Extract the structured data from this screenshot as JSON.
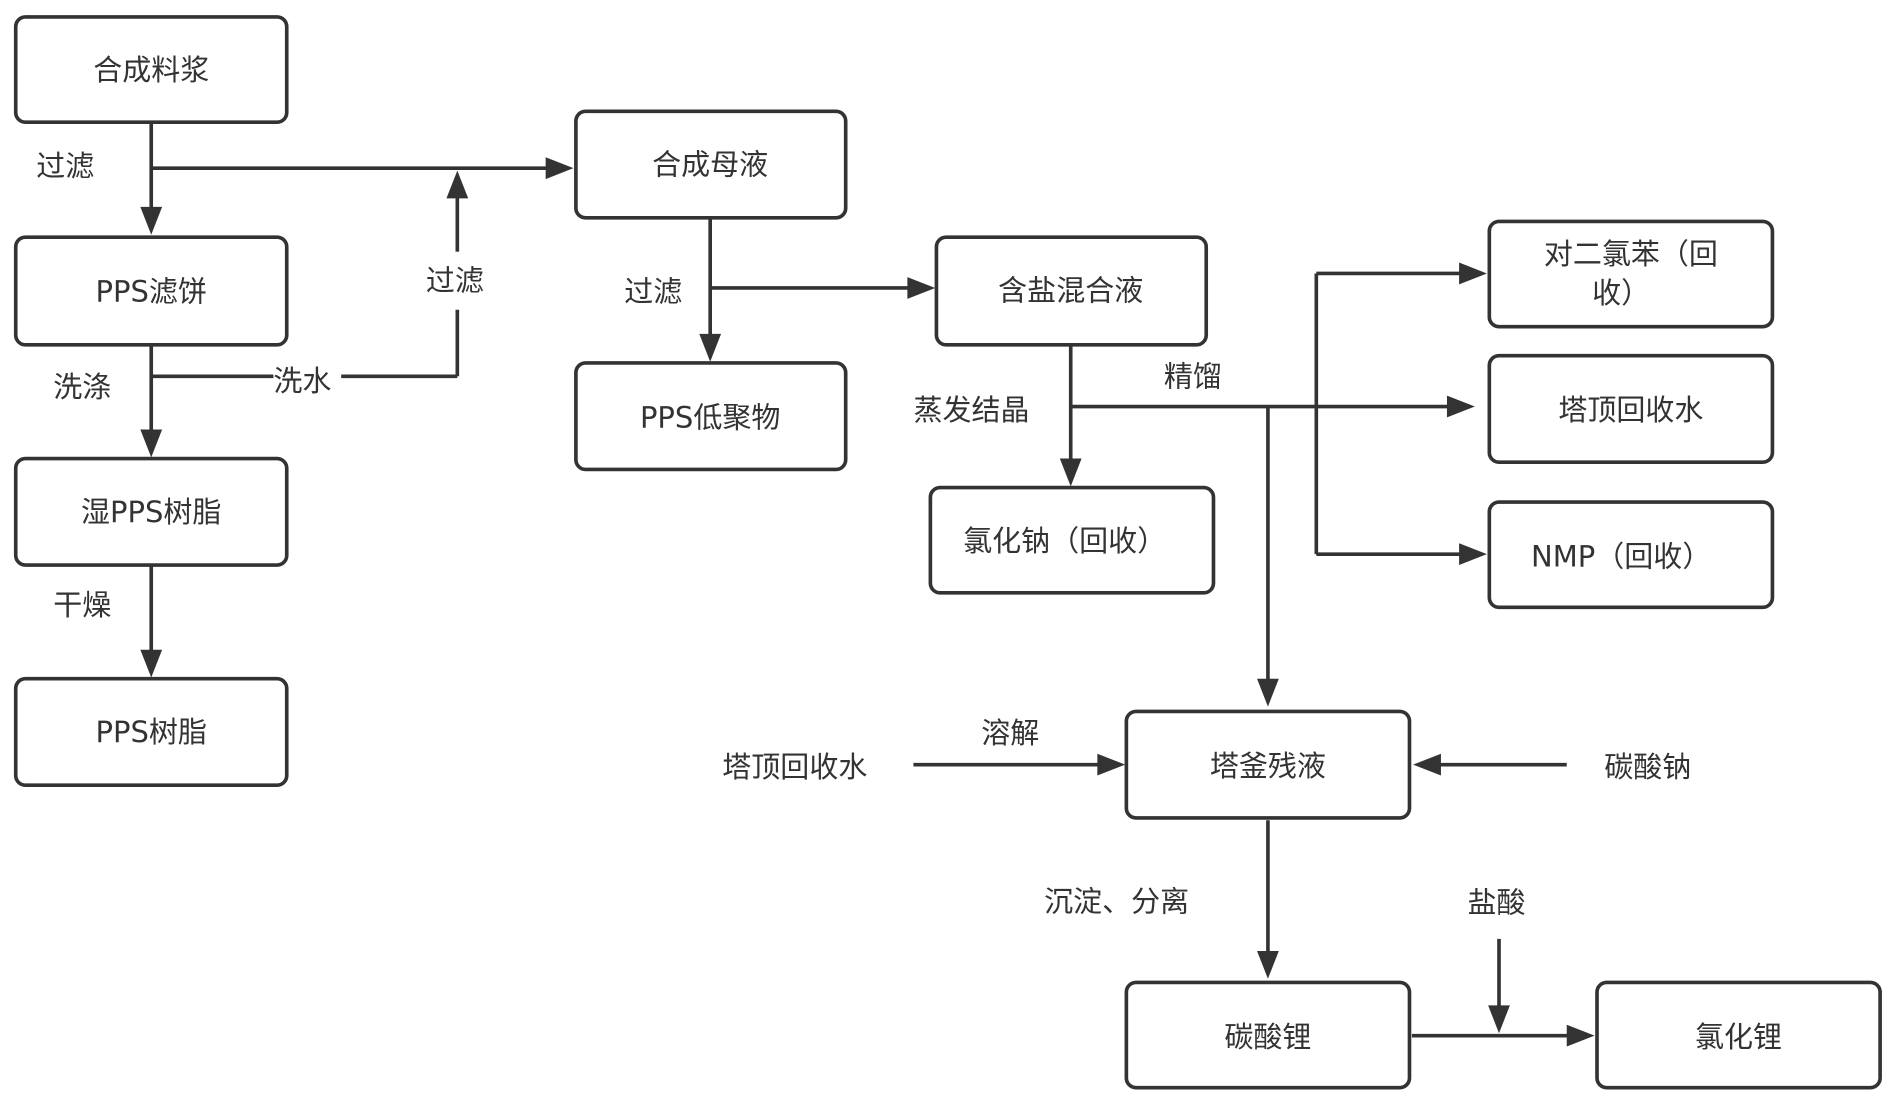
{
  "diagram": {
    "type": "process-flowchart",
    "nodes": {
      "synthesis_slurry": "合成料浆",
      "pps_filter_cake": "PPS滤饼",
      "wet_pps_resin": "湿PPS树脂",
      "pps_resin": "PPS树脂",
      "synthesis_mother_liquor": "合成母液",
      "pps_oligomer": "PPS低聚物",
      "salt_mixed_liquid": "含盐混合液",
      "sodium_chloride": "氯化钠（回收）",
      "p_dichlorobenzene_line1": "对二氯苯（回",
      "p_dichlorobenzene_line2": "收）",
      "tower_top_water": "塔顶回收水",
      "nmp": "NMP（回收）",
      "tower_bottom_residue": "塔釜残液",
      "lithium_carbonate": "碳酸锂",
      "lithium_chloride": "氯化锂"
    },
    "labels": {
      "filter_1": "过滤",
      "wash": "洗涤",
      "wash_water": "洗水",
      "filter_2": "过滤",
      "dry": "干燥",
      "filter_3": "过滤",
      "evaporation_crystallization": "蒸发结晶",
      "rectification": "精馏",
      "dissolve": "溶解",
      "tower_top_water_input": "塔顶回收水",
      "sodium_carbonate_input": "碳酸钠",
      "precipitation_separation": "沉淀、分离",
      "hydrochloric_acid": "盐酸"
    },
    "edges": [
      {
        "from": "合成料浆",
        "to": "PPS滤饼",
        "label": "过滤"
      },
      {
        "from": "合成料浆",
        "to": "合成母液",
        "label": "过滤"
      },
      {
        "from": "PPS滤饼",
        "to": "湿PPS树脂",
        "label": "洗涤"
      },
      {
        "from": "PPS滤饼",
        "to": "合成母液",
        "label": "洗水 → 过滤"
      },
      {
        "from": "湿PPS树脂",
        "to": "PPS树脂",
        "label": "干燥"
      },
      {
        "from": "合成母液",
        "to": "PPS低聚物",
        "label": "过滤"
      },
      {
        "from": "合成母液",
        "to": "含盐混合液",
        "label": "过滤"
      },
      {
        "from": "含盐混合液",
        "to": "氯化钠（回收）",
        "label": "蒸发结晶"
      },
      {
        "from": "含盐混合液",
        "to": "对二氯苯（回收）",
        "label": "精馏"
      },
      {
        "from": "含盐混合液",
        "to": "塔顶回收水",
        "label": "精馏"
      },
      {
        "from": "含盐混合液",
        "to": "NMP（回收）",
        "label": "精馏"
      },
      {
        "from": "含盐混合液",
        "to": "塔釜残液",
        "label": "精馏"
      },
      {
        "from": "塔顶回收水",
        "to": "塔釜残液",
        "label": "溶解"
      },
      {
        "from": "碳酸钠",
        "to": "塔釜残液",
        "label": ""
      },
      {
        "from": "塔釜残液",
        "to": "碳酸锂",
        "label": "沉淀、分离"
      },
      {
        "from": "碳酸锂",
        "to": "氯化锂",
        "label": "盐酸"
      }
    ]
  }
}
